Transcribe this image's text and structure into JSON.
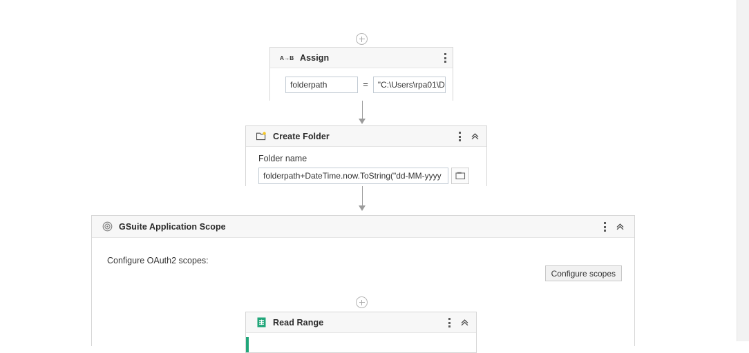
{
  "canvas": {
    "background_color": "#ffffff",
    "margin_strip_color": "#f2f2f2"
  },
  "connectors": {
    "add_icon": "plus-circle-icon",
    "line_color": "#9b9b9b"
  },
  "nodes": {
    "assign": {
      "title": "Assign",
      "icon": "assign-icon",
      "icon_glyph": "A→B",
      "accent_color": "#8a8a8a",
      "to_value": "folderpath",
      "value_value": "\"C:\\Users\\rpa01\\D",
      "equals": "=",
      "kebab_icon": "kebab-menu-icon"
    },
    "create_folder": {
      "title": "Create Folder",
      "icon": "folder-new-icon",
      "accent_color": "#1b3fd4",
      "field_label": "Folder name",
      "field_value": "folderpath+DateTime.now.ToString(\"dd-MM-yyyy",
      "browse_icon": "folder-browse-icon",
      "kebab_icon": "kebab-menu-icon",
      "collapse_icon": "chevron-double-up-icon"
    },
    "gsuite_scope": {
      "title": "GSuite Application Scope",
      "icon": "gsuite-scope-icon",
      "accent_color": "#2b8fe0",
      "configure_label": "Configure OAuth2 scopes:",
      "configure_button": "Configure scopes",
      "kebab_icon": "kebab-menu-icon",
      "collapse_icon": "chevron-double-up-icon"
    },
    "read_range": {
      "title": "Read Range",
      "icon": "google-sheets-icon",
      "accent_color": "#21a67a",
      "kebab_icon": "kebab-menu-icon",
      "collapse_icon": "chevron-double-up-icon"
    }
  }
}
